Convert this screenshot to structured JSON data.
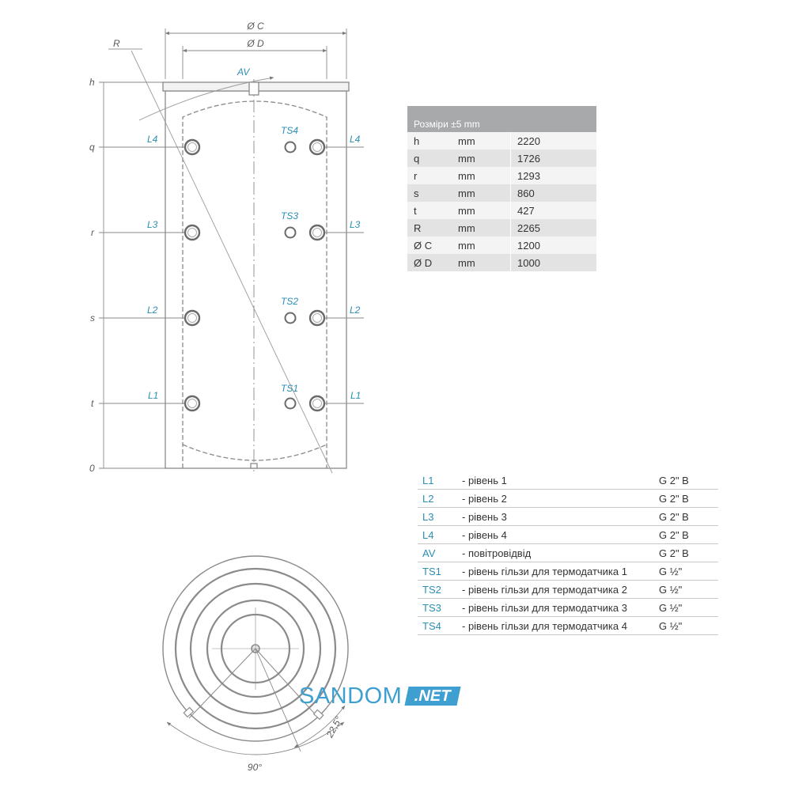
{
  "diagram": {
    "dimension_labels": {
      "c": "Ø C",
      "d": "Ø D",
      "r_label": "R",
      "av": "AV"
    },
    "levels": [
      {
        "label": "h"
      },
      {
        "label": "q"
      },
      {
        "label": "r"
      },
      {
        "label": "s"
      },
      {
        "label": "t"
      },
      {
        "label": "0"
      }
    ],
    "connections": {
      "left": [
        "L4",
        "L3",
        "L2",
        "L1"
      ],
      "right": [
        "L4",
        "L3",
        "L2",
        "L1"
      ],
      "sensors": [
        "TS4",
        "TS3",
        "TS2",
        "TS1"
      ]
    },
    "bottom_view": {
      "angle": "90°",
      "offset_angle": "22,5°"
    }
  },
  "dimension_table": {
    "header": "Розміри ±5 mm",
    "rows": [
      {
        "symbol": "h",
        "unit": "mm",
        "value": "2220"
      },
      {
        "symbol": "q",
        "unit": "mm",
        "value": "1726"
      },
      {
        "symbol": "r",
        "unit": "mm",
        "value": "1293"
      },
      {
        "symbol": "s",
        "unit": "mm",
        "value": "860"
      },
      {
        "symbol": "t",
        "unit": "mm",
        "value": "427"
      },
      {
        "symbol": "R",
        "unit": "mm",
        "value": "2265"
      },
      {
        "symbol": "Ø C",
        "unit": "mm",
        "value": "1200"
      },
      {
        "symbol": "Ø D",
        "unit": "mm",
        "value": "1000"
      }
    ]
  },
  "legend": [
    {
      "code": "L1",
      "description": "- рівень 1",
      "spec": "G 2\" B"
    },
    {
      "code": "L2",
      "description": "- рівень 2",
      "spec": "G 2\" B"
    },
    {
      "code": "L3",
      "description": "- рівень 3",
      "spec": "G 2\" B"
    },
    {
      "code": "L4",
      "description": "- рівень 4",
      "spec": "G 2\" B"
    },
    {
      "code": "AV",
      "description": "- повітровідвід",
      "spec": "G 2\" B"
    },
    {
      "code": "TS1",
      "description": "- рівень гільзи для термодатчика 1",
      "spec": "G ½\""
    },
    {
      "code": "TS2",
      "description": "- рівень гільзи для термодатчика 2",
      "spec": "G ½\""
    },
    {
      "code": "TS3",
      "description": "- рівень гільзи для термодатчика 3",
      "spec": "G ½\""
    },
    {
      "code": "TS4",
      "description": "- рівень гільзи для термодатчика 4",
      "spec": "G ½\""
    }
  ],
  "watermark": {
    "name": "SANDOM",
    "suffix": ".NET"
  },
  "colors": {
    "accent": "#2a8fb4",
    "line": "#888888",
    "brand": "#3f9fd0"
  }
}
